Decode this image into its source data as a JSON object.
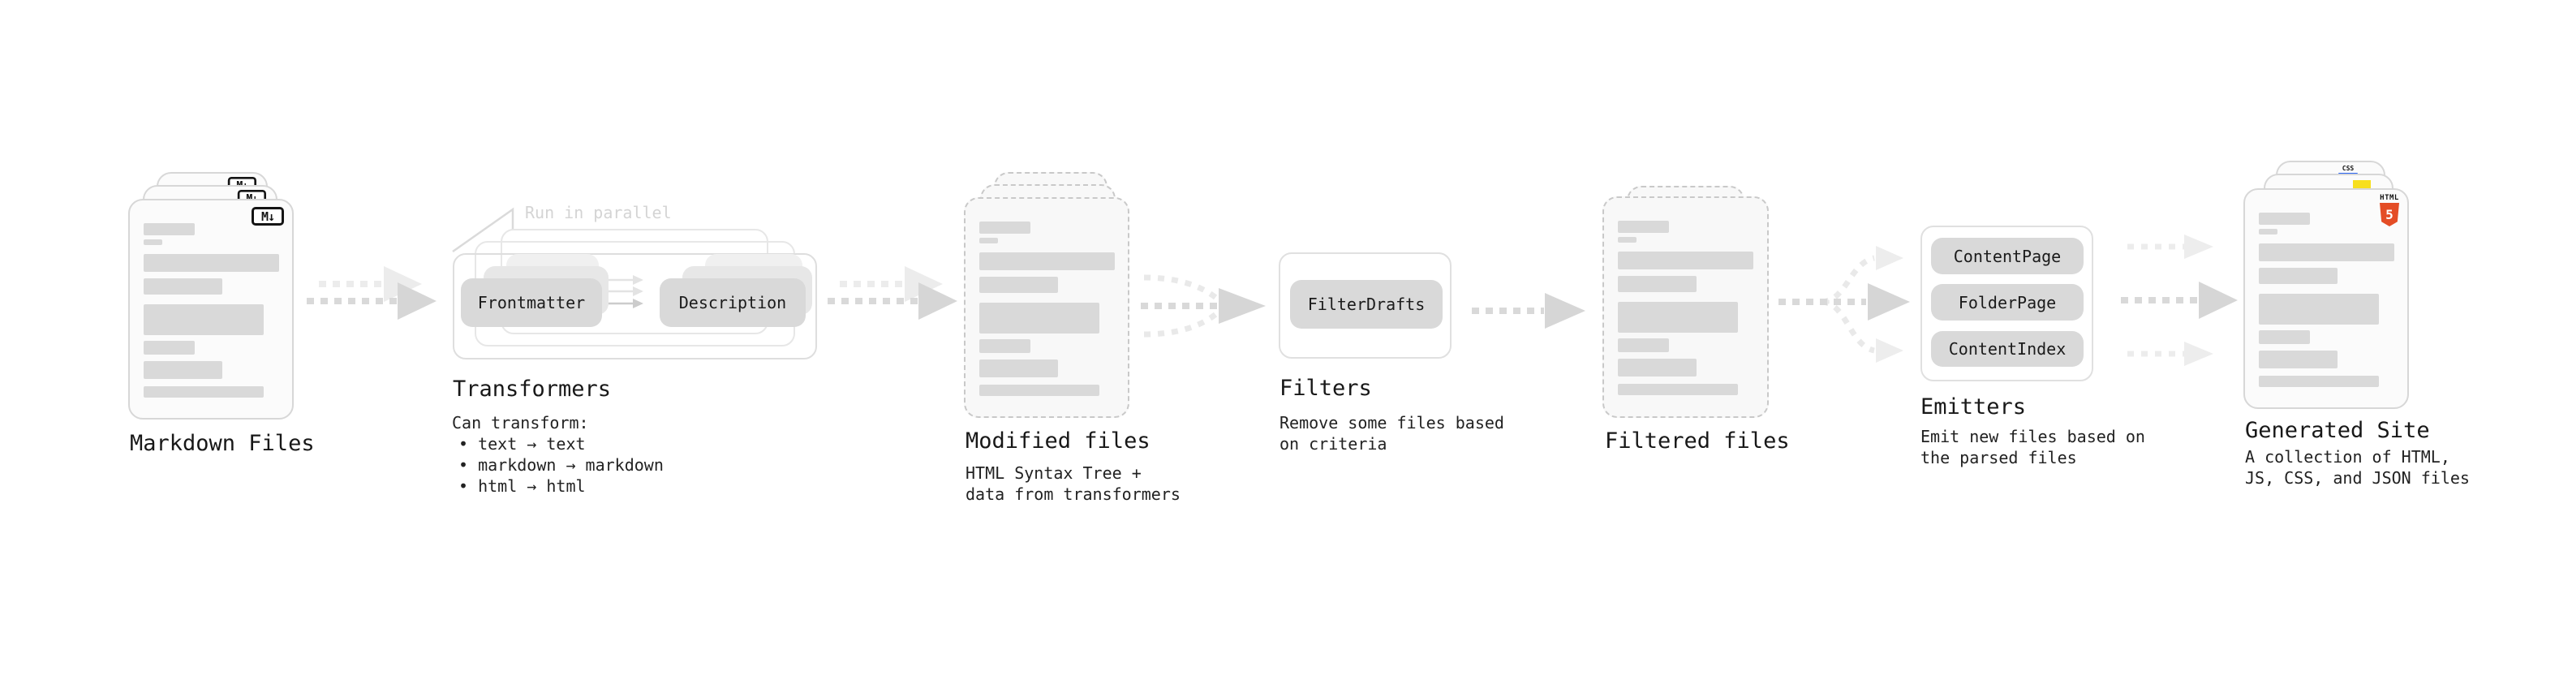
{
  "diagram": {
    "markdown_files": {
      "label": "Markdown Files"
    },
    "transformers": {
      "note": "Run in parallel",
      "pills": [
        "Frontmatter",
        "Description"
      ],
      "heading": "Transformers",
      "subtitle": "Can transform:",
      "bullets": [
        "• text → text",
        "• markdown → markdown",
        "• html → html"
      ]
    },
    "modified_files": {
      "label": "Modified files",
      "subtitle_lines": [
        "HTML Syntax Tree +",
        "data from transformers"
      ]
    },
    "filters": {
      "heading": "Filters",
      "pill": "FilterDrafts",
      "subtitle_lines": [
        "Remove some files based",
        "on criteria"
      ]
    },
    "filtered_files": {
      "label": "Filtered files"
    },
    "emitters": {
      "heading": "Emitters",
      "pills": [
        "ContentPage",
        "FolderPage",
        "ContentIndex"
      ],
      "subtitle_lines": [
        "Emit new files based on",
        "the parsed files"
      ]
    },
    "generated_site": {
      "label": "Generated Site",
      "subtitle_lines": [
        "A collection of HTML,",
        "JS, CSS, and JSON files"
      ]
    }
  },
  "icons": {
    "markdown": "M↓",
    "html5_label": "HTML",
    "html5_number": "5",
    "css_label": "CSS"
  },
  "colors": {
    "html5_orange": "#e44d26",
    "js_yellow": "#f7df1e",
    "css_blue": "#2965f1"
  }
}
